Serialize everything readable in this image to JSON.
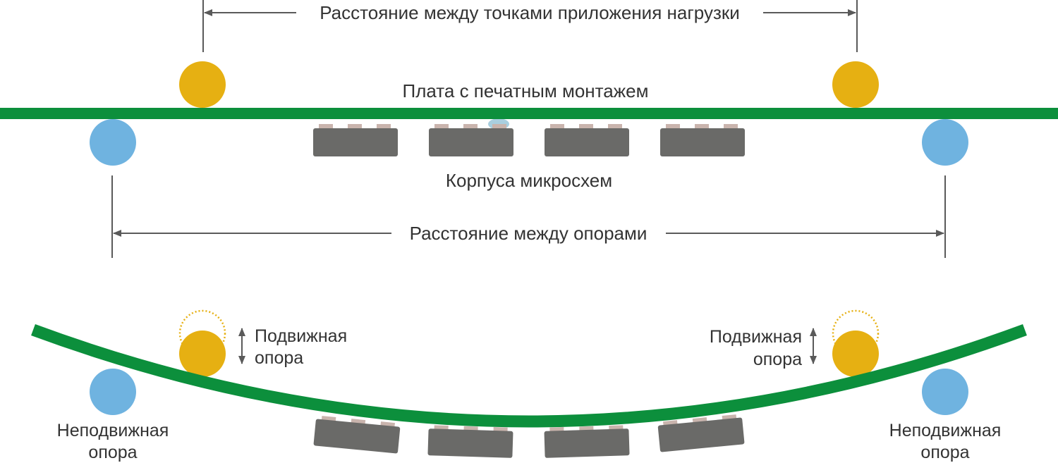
{
  "labels": {
    "load_span": "Расстояние между точками приложения нагрузки",
    "pcb": "Плата с печатным монтажем",
    "packages": "Корпуса микросхем",
    "support_span": "Расстояние между опорами",
    "movable_left_line1": "Подвижная",
    "movable_left_line2": "опора",
    "movable_right_line1": "Подвижная",
    "movable_right_line2": "опора",
    "fixed_left_line1": "Неподвижная",
    "fixed_left_line2": "опора",
    "fixed_right_line1": "Неподвижная",
    "fixed_right_line2": "опора"
  },
  "colors": {
    "pcb": "#0c8f3c",
    "load_roller": "#e6b012",
    "support_roller": "#6fb3e0",
    "package": "#6a6a68",
    "package_pin": "#c9b4ad",
    "dimension_line": "#5a5a5a",
    "text": "#333333"
  }
}
